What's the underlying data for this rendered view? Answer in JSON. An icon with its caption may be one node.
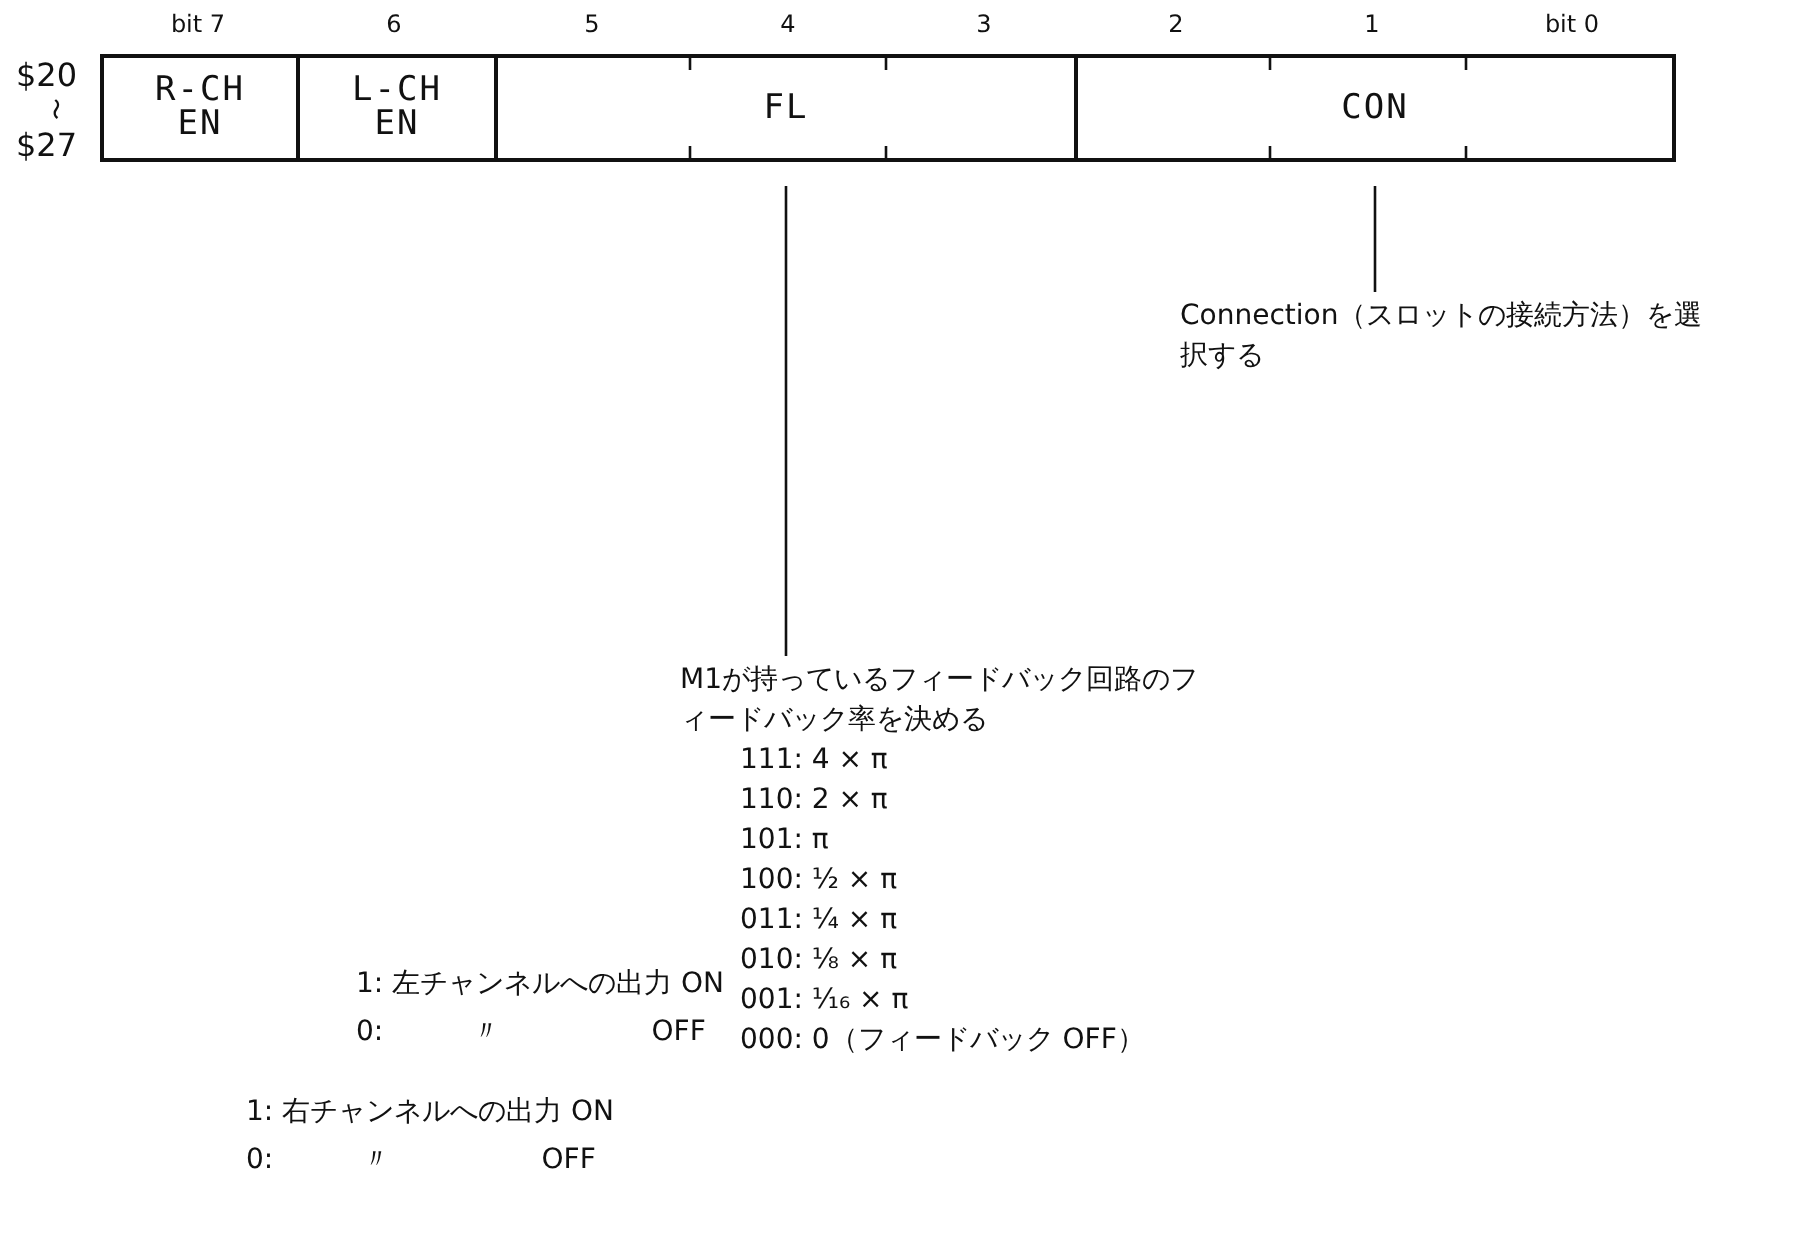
{
  "diagram": {
    "nodes": [
      {
        "text": [
          "R-CH EN"
        ]
      },
      {
        "text": [
          "L-CH EN"
        ]
      },
      {
        "text": [
          "FL"
        ]
      },
      {
        "text": [
          "CON"
        ]
      },
      {
        "text": [
          "Connection（スロットの接続方法）を選択する"
        ]
      },
      {
        "text": [
          "M1が持っているフィードバック回路のフィードバック率を決める",
          "111: 4 × π",
          "110: 2 × π",
          "101: π",
          "100: ½ × π",
          "011: ¼ × π",
          "010: ⅛ × π",
          "001: ¹⁄₁₆ × π",
          "000: 0（フィードバック OFF）"
        ]
      }
    ],
    "edges": [
      {
        "from": 3,
        "to": 4,
        "arrow": "none"
      },
      {
        "from": 2,
        "to": 5,
        "arrow": "none"
      }
    ],
    "labels": [
      "bit 7",
      "6",
      "5",
      "4",
      "3",
      "2",
      "1",
      "bit 0",
      "$20",
      "〜",
      "$27",
      "1: 左チャンネルへの出力 ON",
      "0: 〃 OFF",
      "1: 右チャンネルへの出力 ON",
      "0: 〃 OFF"
    ]
  }
}
